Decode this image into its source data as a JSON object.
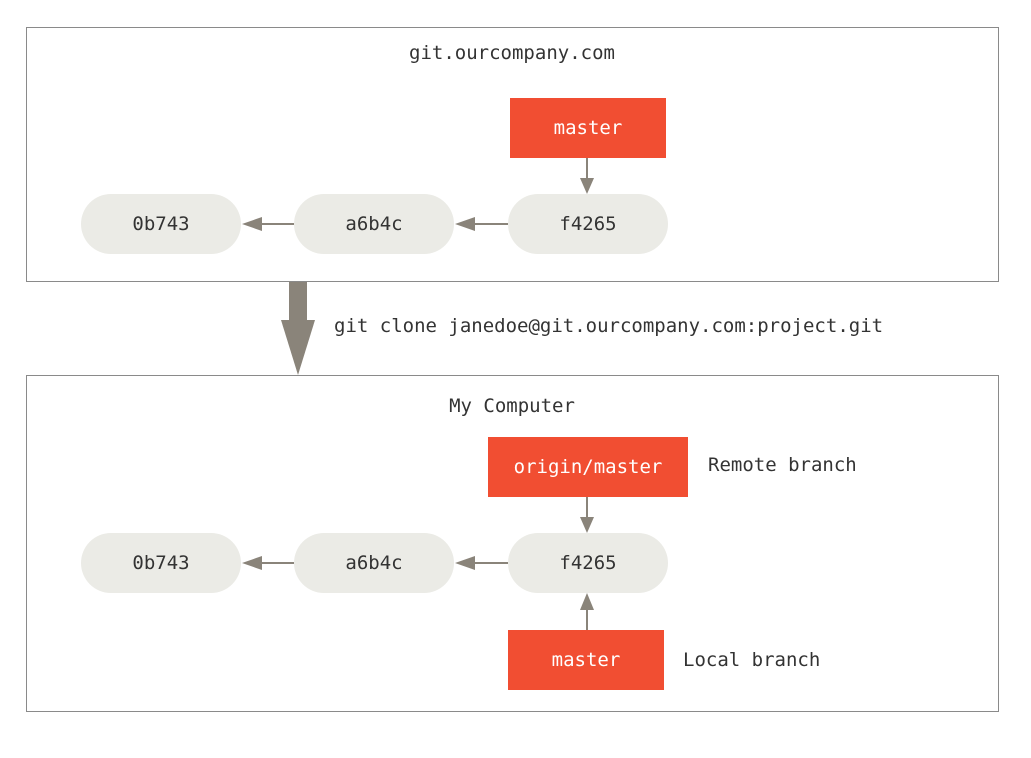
{
  "colors": {
    "branch": "#f14e32",
    "commit": "#ebebe6",
    "arrow": "#8a847a",
    "frame_border": "#8a8a8a",
    "text": "#333333"
  },
  "remote": {
    "title": "git.ourcompany.com",
    "branch_label": "master",
    "commits": [
      "0b743",
      "a6b4c",
      "f4265"
    ]
  },
  "command": "git clone janedoe@git.ourcompany.com:project.git",
  "local": {
    "title": "My Computer",
    "remote_branch_label": "origin/master",
    "remote_branch_caption": "Remote branch",
    "commits": [
      "0b743",
      "a6b4c",
      "f4265"
    ],
    "local_branch_label": "master",
    "local_branch_caption": "Local branch"
  }
}
